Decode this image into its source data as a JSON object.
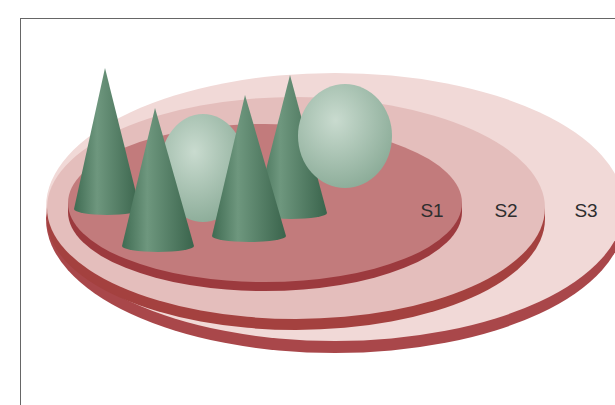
{
  "diagram": {
    "nodes": [
      {
        "text": [
          "S3"
        ]
      },
      {
        "text": [
          "S2"
        ],
        "in": 0
      },
      {
        "text": [
          "S1"
        ],
        "in": 1
      }
    ]
  }
}
